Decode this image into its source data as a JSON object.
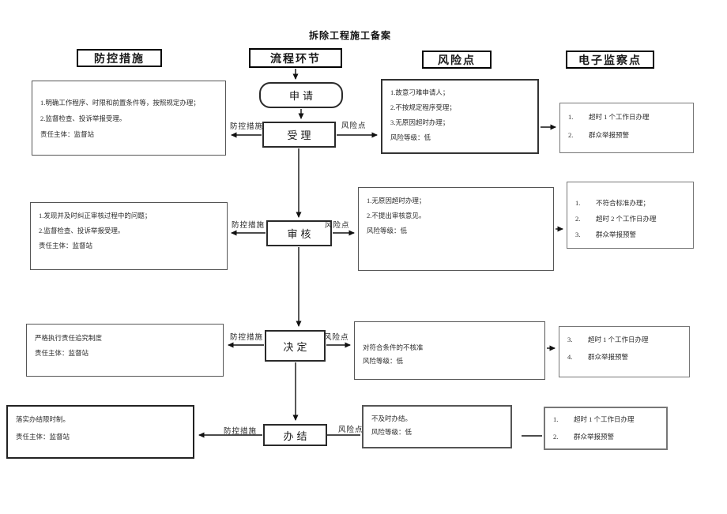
{
  "title": "拆除工程施工备案",
  "headers": {
    "prevention": "防控措施",
    "process": "流程环节",
    "risk": "风险点",
    "monitor": "电子监察点"
  },
  "nodes": {
    "apply": "申请",
    "accept": "受理",
    "review": "审核",
    "decide": "决定",
    "finish": "办结"
  },
  "arrow_labels": {
    "prevention": "防控措施",
    "risk": "风险点"
  },
  "prevention_boxes": [
    {
      "lines": [
        "1.明确工作程序、时限和前置条件等，按照规定办理；",
        "2.监督检查、投诉举报受理。",
        "责任主体：监督站"
      ]
    },
    {
      "lines": [
        "1.发现并及时纠正审核过程中的问题；",
        "2.监督检查、投诉举报受理。",
        "责任主体：监督站"
      ]
    },
    {
      "lines": [
        "严格执行责任追究制度",
        "责任主体：监督站"
      ]
    },
    {
      "lines": [
        "落实办结限时制。",
        "责任主体：监督站"
      ]
    }
  ],
  "risk_boxes": [
    {
      "lines": [
        "1.故意刁难申请人；",
        "2.不按规定程序受理；",
        "3.无原因超时办理；",
        "风险等级：低"
      ]
    },
    {
      "lines": [
        "1.无原因超时办理；",
        "2.不提出审核意见。",
        "风险等级：低"
      ]
    },
    {
      "lines": [
        "对符合条件的不核准",
        "风险等级：低"
      ]
    },
    {
      "lines": [
        "不及时办结。",
        "风险等级：低"
      ]
    }
  ],
  "monitor_boxes": [
    {
      "items": [
        {
          "n": "1.",
          "t": "超时 1 个工作日办理"
        },
        {
          "n": "2.",
          "t": "群众举报预警"
        }
      ]
    },
    {
      "items": [
        {
          "n": "1.",
          "t": "不符合标准办理；"
        },
        {
          "n": "2.",
          "t": "超时 2 个工作日办理"
        },
        {
          "n": "3.",
          "t": "群众举报预警"
        }
      ]
    },
    {
      "items": [
        {
          "n": "3.",
          "t": "超时 1 个工作日办理"
        },
        {
          "n": "4.",
          "t": "群众举报预警"
        }
      ]
    },
    {
      "items": [
        {
          "n": "1.",
          "t": "超时 1 个工作日办理"
        },
        {
          "n": "2.",
          "t": "群众举报预警"
        }
      ]
    }
  ]
}
